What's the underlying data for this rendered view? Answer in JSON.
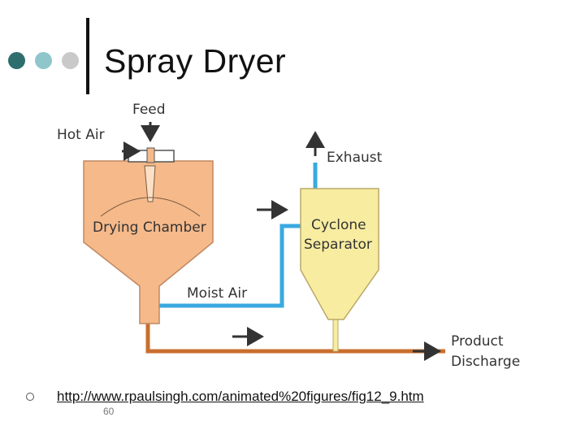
{
  "slide": {
    "title": "Spray Dryer",
    "url": "http://www.rpaulsingh.com/animated%20figures/fig12_9.htm",
    "page_number": "60"
  },
  "diagram": {
    "labels": {
      "feed": "Feed",
      "hot_air": "Hot Air",
      "exhaust": "Exhaust",
      "drying_chamber": "Drying Chamber",
      "cyclone_line1": "Cyclone",
      "cyclone_line2": "Separator",
      "moist_air": "Moist Air",
      "product_line1": "Product",
      "product_line2": "Discharge"
    },
    "colors": {
      "chamber": "#f5b98a",
      "cyclone": "#f8eca0",
      "air_duct": "#39a9e0",
      "product_line": "#c96e2e",
      "arrow": "#333333"
    }
  },
  "decor": {
    "dot_colors": [
      "#2e6e6e",
      "#8fc6cc",
      "#c9c9c9"
    ]
  }
}
